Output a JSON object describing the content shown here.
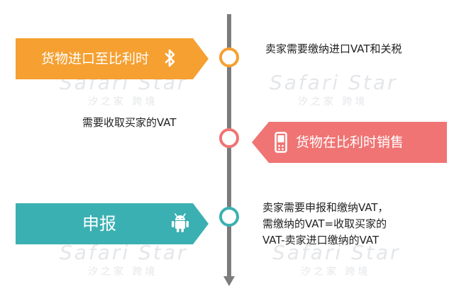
{
  "events": [
    {
      "title": "货物进口至比利时",
      "note": "卖家需要缴纳进口VAT和关税",
      "icon": "bluetooth-icon",
      "color": "#f5a031"
    },
    {
      "title": "货物在比利时销售",
      "note": "需要收取买家的VAT",
      "icon": "mobile-phone-icon",
      "color": "#ef7473"
    },
    {
      "title": "申报",
      "note_lines": [
        "卖家需要申报和缴纳VAT，",
        "需缴纳的VAT=收取买家的",
        "VAT-卖家进口缴纳的VAT"
      ],
      "icon": "android-icon",
      "color": "#3bb0b2"
    }
  ],
  "timeline": {
    "color": "#7c7c7c"
  },
  "watermark": {
    "title": "Safari Star",
    "subtitle": "汐之家 跨境"
  }
}
